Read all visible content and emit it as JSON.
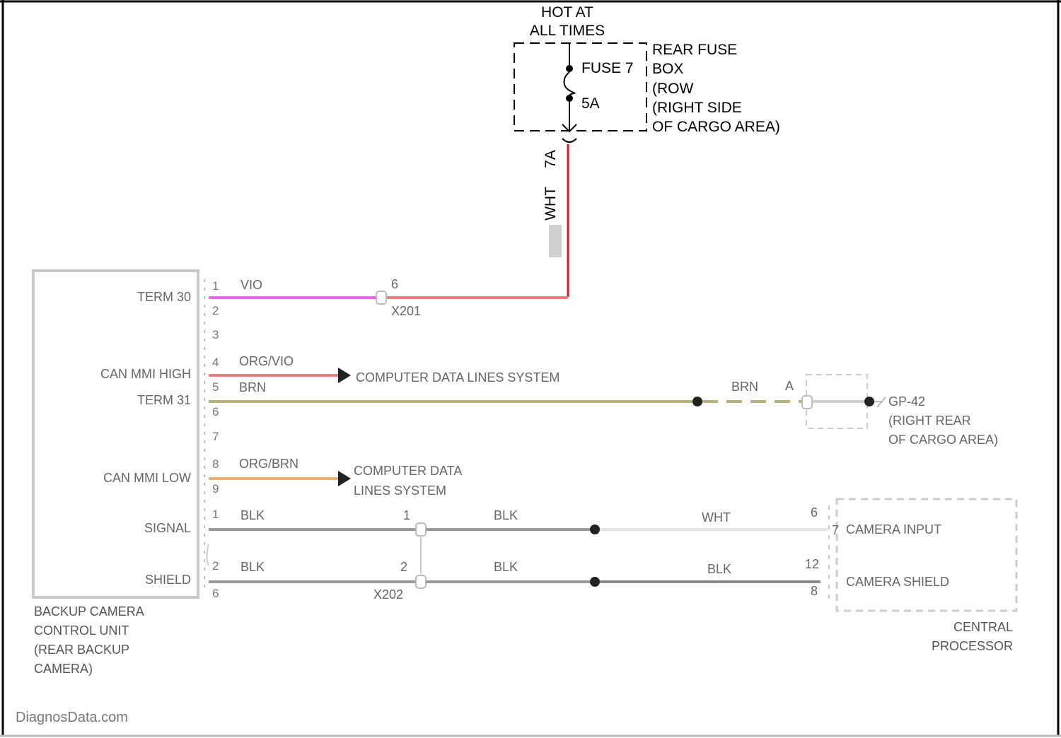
{
  "top": {
    "hot_line1": "HOT AT",
    "hot_line2": "ALL TIMES",
    "fuse_label": "FUSE 7",
    "fuse_rating": "5A",
    "fuse_box": [
      "REAR FUSE",
      "BOX",
      "(ROW",
      "(RIGHT SIDE",
      "OF CARGO AREA)"
    ],
    "pin_7a": "7A",
    "wire_wht": "WHT"
  },
  "left_module": {
    "pins": {
      "term30": "TERM 30",
      "can_high": "CAN MMI HIGH",
      "term31": "TERM 31",
      "can_low": "CAN MMI LOW",
      "signal": "SIGNAL",
      "shield": "SHIELD"
    },
    "name": [
      "BACKUP CAMERA",
      "CONTROL UNIT",
      "(REAR BACKUP",
      "CAMERA)"
    ]
  },
  "pin_numbers": [
    "1",
    "2",
    "3",
    "4",
    "5",
    "6",
    "7",
    "8",
    "9",
    "1",
    "2",
    "6"
  ],
  "wires": {
    "vio": "VIO",
    "org_vio": "ORG/VIO",
    "brn": "BRN",
    "org_brn": "ORG/BRN",
    "blk": "BLK",
    "wht": "WHT"
  },
  "connectors": {
    "c6": "6",
    "x201": "X201",
    "a": "A",
    "c1": "1",
    "c2": "2",
    "x202": "X202",
    "p6": "6",
    "p12": "12",
    "p8": "8",
    "p7": "7"
  },
  "refs": {
    "cdl1": "COMPUTER DATA LINES SYSTEM",
    "cdl2_line1": "COMPUTER DATA",
    "cdl2_line2": "LINES SYSTEM",
    "ground": [
      "GP-42",
      "(RIGHT REAR",
      "OF CARGO AREA)"
    ]
  },
  "right_module": {
    "camera_input": "CAMERA INPUT",
    "camera_shield": "CAMERA SHIELD",
    "name": [
      "CENTRAL",
      "PROCESSOR"
    ]
  },
  "watermark": "DiagnosData.com",
  "colors": {
    "fuse_wire": "#d81b2a",
    "vio": "#ee66ee",
    "org_vio": "#f08080",
    "brn": "#b9b07a",
    "org_brn": "#e8b070",
    "blk": "#9a9a9a"
  }
}
